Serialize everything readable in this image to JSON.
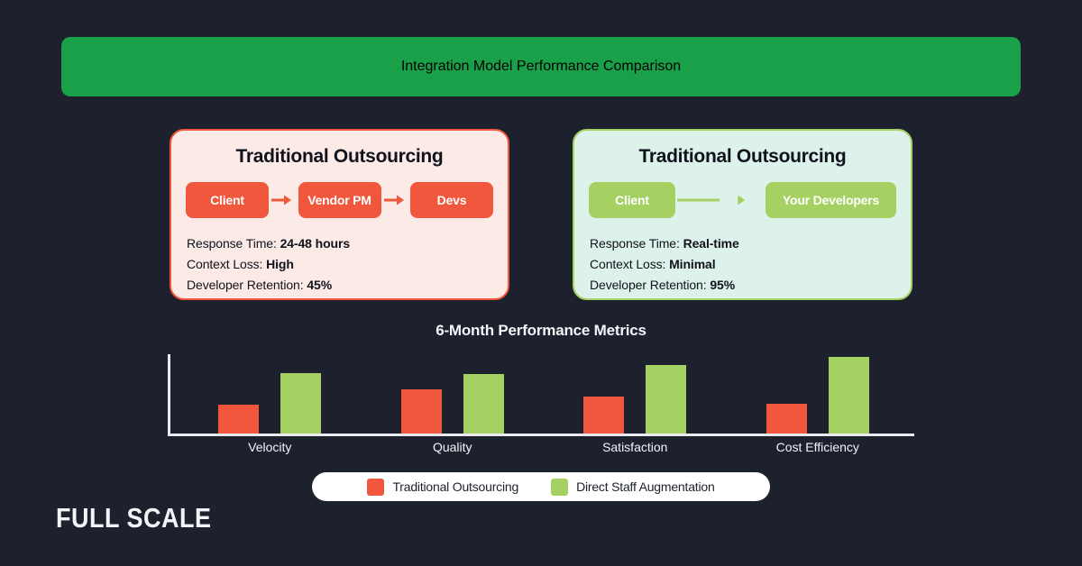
{
  "header": {
    "title": "Integration Model Performance Comparison",
    "bg_color": "#1ba04a",
    "text_color": "#ffffff"
  },
  "theme": {
    "background": "#1d212d",
    "traditional_color": "#f0573c",
    "direct_color": "#a5d163",
    "text_light": "#f2f4f8"
  },
  "cards": [
    {
      "id": "traditional",
      "title": "Traditional Outsourcing",
      "bg_color": "#fbeae6",
      "border_color": "#f0573c",
      "node_color": "#f0573c",
      "flow": [
        "Client",
        "Vendor PM",
        "Devs"
      ],
      "metrics": [
        {
          "label": "Response Time:",
          "value": "24-48 hours"
        },
        {
          "label": "Context Loss:",
          "value": "High"
        },
        {
          "label": "Developer Retention:",
          "value": "45%"
        }
      ]
    },
    {
      "id": "direct",
      "title": "Traditional Outsourcing",
      "bg_color": "#ddf2ea",
      "border_color": "#a5d163",
      "node_color": "#a5d163",
      "flow": [
        "Client",
        "Your Developers"
      ],
      "metrics": [
        {
          "label": "Response Time:",
          "value": "Real-time"
        },
        {
          "label": "Context Loss:",
          "value": "Minimal"
        },
        {
          "label": "Developer Retention:",
          "value": "95%"
        }
      ]
    }
  ],
  "chart_data": {
    "type": "bar",
    "title": "6-Month Performance Metrics",
    "categories": [
      "Velocity",
      "Quality",
      "Satisfaction",
      "Cost Efficiency"
    ],
    "series": [
      {
        "name": "Traditional Outsourcing",
        "color": "#f0573c",
        "values": [
          38,
          58,
          49,
          39
        ]
      },
      {
        "name": "Direct Staff Augmentation",
        "color": "#a5d163",
        "values": [
          80,
          79,
          91,
          101
        ]
      }
    ],
    "xlabel": "",
    "ylabel": "",
    "ylim": [
      0,
      105
    ],
    "grid": false,
    "legend_position": "bottom",
    "axis_color": "#e8eaf0"
  },
  "legend": {
    "items": [
      {
        "label": "Traditional Outsourcing",
        "color": "#f0573c"
      },
      {
        "label": "Direct Staff Augmentation",
        "color": "#a5d163"
      }
    ]
  },
  "brand": {
    "name": "FULL SCALE"
  }
}
